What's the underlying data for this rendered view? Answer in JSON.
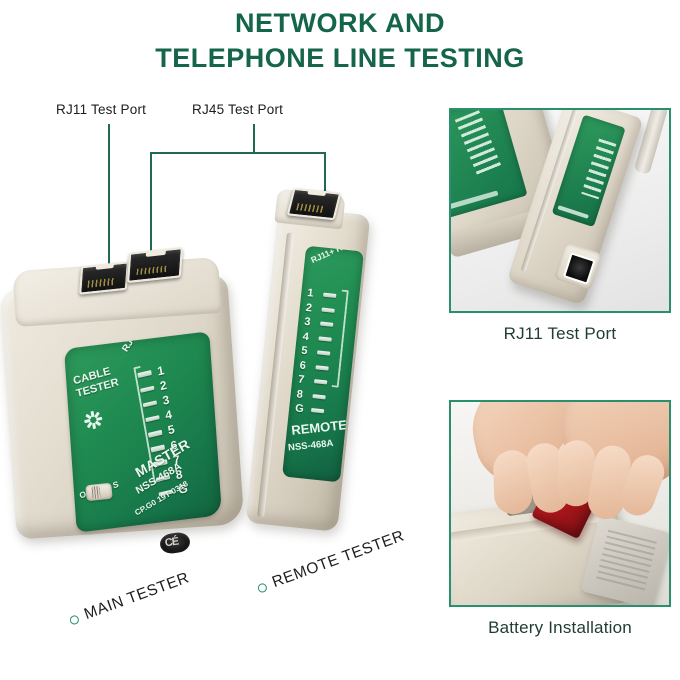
{
  "title": {
    "line1": "NETWORK AND",
    "line2": "TELEPHONE LINE TESTING",
    "color": "#15654a"
  },
  "callouts": [
    {
      "id": "rj11",
      "label": "RJ11 Test Port"
    },
    {
      "id": "rj45",
      "label": "RJ45 Test Port"
    }
  ],
  "main_tester": {
    "caption": "MAIN TESTER",
    "panel": {
      "brand_line1": "CABLE",
      "brand_line2": "TESTER",
      "port_label": "RJ45 + RJ11",
      "switch_label": "OFF ON S",
      "model_name": "MASTER",
      "model_number": "NSS-468A",
      "batch_code": "CP.G0 19T 0318",
      "led_labels": [
        "1",
        "2",
        "3",
        "4",
        "5",
        "6",
        "7",
        "8",
        "G"
      ]
    }
  },
  "remote_tester": {
    "caption": "REMOTE TESTER",
    "panel": {
      "port_label": "RJ11+ RJ45",
      "model_name": "REMOTE",
      "model_number": "NSS-468A",
      "led_labels": [
        "1",
        "2",
        "3",
        "4",
        "5",
        "6",
        "7",
        "8",
        "G"
      ]
    }
  },
  "panels": [
    {
      "id": "rj11-port",
      "caption": "RJ11 Test Port"
    },
    {
      "id": "battery",
      "caption": "Battery Installation"
    }
  ],
  "colors": {
    "brand_green": "#15654a",
    "frame_green": "#2a8f6d",
    "leader_green": "#1d6b55",
    "device_green": "#1f8a50",
    "caption_text": "#1f3b32",
    "background": "#ffffff"
  }
}
